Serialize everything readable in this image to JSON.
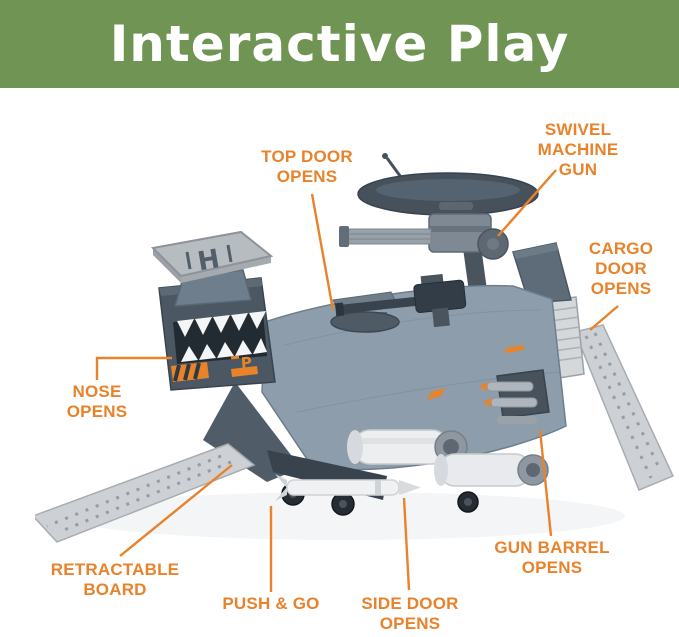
{
  "header": {
    "title": "Interactive Play"
  },
  "colors": {
    "header_bg": "#6f9453",
    "accent": "#e8822b",
    "page_bg": "#ffffff"
  },
  "callouts": {
    "swivel_machine_gun": "SWIVEL\nMACHINE GUN",
    "top_door": "TOP DOOR\nOPENS",
    "cargo_door": "CARGO\nDOOR\nOPENS",
    "nose": "NOSE\nOPENS",
    "retractable_board": "RETRACTABLE\nBOARD",
    "push_and_go": "PUSH & GO",
    "side_door": "SIDE DOOR\nOPENS",
    "gun_barrel": "GUN BARREL\nOPENS"
  },
  "decals": {
    "helipad_letter": "H",
    "fuselage_letter": "P"
  }
}
